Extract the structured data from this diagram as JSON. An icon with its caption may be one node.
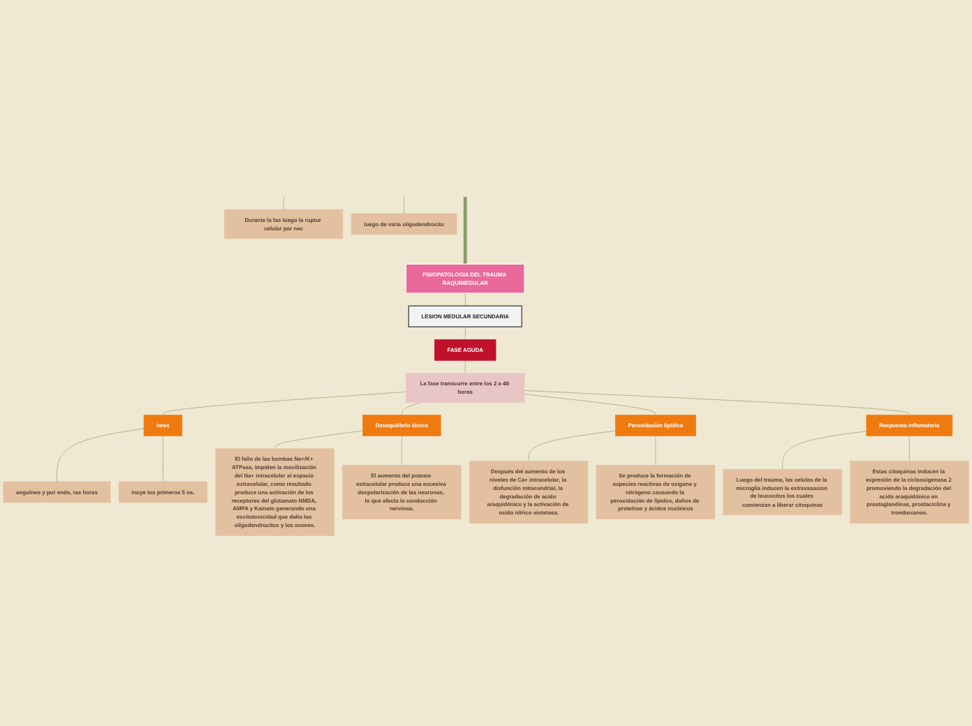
{
  "diagram": {
    "nodes": [
      {
        "text": [
          "FISIOPATOLOGIA DEL TRAUMA RAQUIMEDULAR"
        ]
      },
      {
        "text": [
          "LESION MEDULAR SECUNDARIA"
        ]
      },
      {
        "text": [
          "FASE AGUDA"
        ]
      },
      {
        "text": [
          "La fase transcurre entre los 2 a 48 horas"
        ]
      },
      {
        "text": [
          "lares"
        ]
      },
      {
        "text": [
          "anguíneo y por ende, ras horas"
        ]
      },
      {
        "text": [
          "inuye los primeros 5 os."
        ]
      },
      {
        "text": [
          "Desequilibrio iónico"
        ]
      },
      {
        "text": [
          "El fallo de las bombas Na+/K+ ATPasa, impiden la movilización del Na+ intracelular al espacio extracelular, como resultado produce una activación de los receptores del glutamato NMDA, AMPA y Kainato generando una excitotoxicidad que daña los oligodendrocitos y los axones."
        ]
      },
      {
        "text": [
          "El aumento del potasio extracelular produce una excesiva despolarización de las neuronas, lo que afecta la conducción nerviosa."
        ]
      },
      {
        "text": [
          "Peroxidación lipídica"
        ]
      },
      {
        "text": [
          "Después del aumento de los niveles de Ca+ intracelular, la disfunción mitocondrial, la degradación de acido araquidónico y la activación de oxido nítrico sintetasa."
        ]
      },
      {
        "text": [
          "Se produce la formación de especies reactivas de oxigeno y nitrógeno causando la peroxidación de lípidos, daños de proteínas y ácidos nucleicos"
        ]
      },
      {
        "text": [
          "Respuesta inflamatoria"
        ]
      },
      {
        "text": [
          "Luego del trauma, las celulas de la microglia inducen la extravasacion de leucocitos los cuales comienzan a liberar citoquinas"
        ]
      },
      {
        "text": [
          "Estas citoquinas inducen la expresión de la ciclooxigenasa 2 promoviendo la degradación del acido araquidónico en prostaglandinas, prostaciclina y tromboxanos."
        ]
      },
      {
        "text": [
          "Durante la fas luego la ruptur celular por nec"
        ]
      },
      {
        "text": [
          "luego de varia oligodendrocito"
        ]
      }
    ],
    "edges": [
      {
        "from": null,
        "to": 0,
        "arrow": "none",
        "style": "thick",
        "color": "#8c9a6a"
      },
      {
        "from": 0,
        "to": 1,
        "arrow": "none"
      },
      {
        "from": 1,
        "to": 2,
        "arrow": "none"
      },
      {
        "from": 2,
        "to": 3,
        "arrow": "none"
      },
      {
        "from": 3,
        "to": 4,
        "arrow": "none"
      },
      {
        "from": 3,
        "to": 7,
        "arrow": "none"
      },
      {
        "from": 3,
        "to": 10,
        "arrow": "none"
      },
      {
        "from": 3,
        "to": 13,
        "arrow": "none"
      },
      {
        "from": 4,
        "to": 5,
        "arrow": "none"
      },
      {
        "from": 4,
        "to": 6,
        "arrow": "none"
      },
      {
        "from": 7,
        "to": 8,
        "arrow": "none"
      },
      {
        "from": 7,
        "to": 9,
        "arrow": "none"
      },
      {
        "from": 10,
        "to": 11,
        "arrow": "none"
      },
      {
        "from": 10,
        "to": 12,
        "arrow": "none"
      },
      {
        "from": 13,
        "to": 14,
        "arrow": "none"
      },
      {
        "from": 13,
        "to": 15,
        "arrow": "none"
      },
      {
        "from": null,
        "to": 16,
        "arrow": "none"
      },
      {
        "from": null,
        "to": 17,
        "arrow": "none"
      }
    ]
  }
}
